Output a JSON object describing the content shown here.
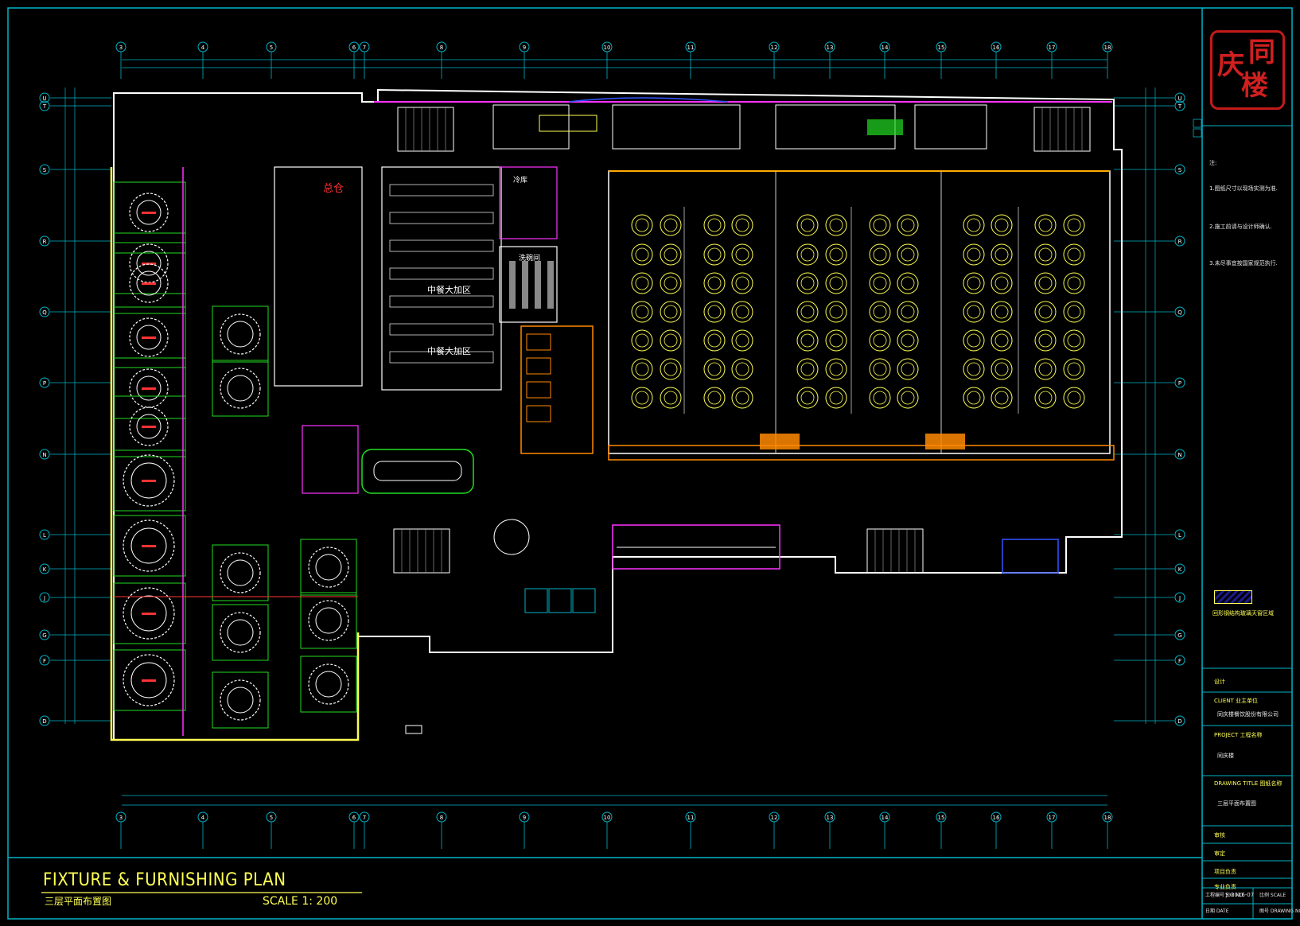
{
  "drawing": {
    "title": "FIXTURE & FURNISHING PLAN",
    "subtitle": "三层平面布置图",
    "scale": "SCALE 1: 200"
  },
  "grid": {
    "columns": [
      "3",
      "4",
      "5",
      "6",
      "7",
      "8",
      "9",
      "10",
      "11",
      "12",
      "13",
      "14",
      "15",
      "16",
      "17",
      "18"
    ],
    "rows": [
      "U",
      "T",
      "S",
      "R",
      "Q",
      "P",
      "N",
      "L",
      "K",
      "J",
      "G",
      "F",
      "D"
    ]
  },
  "seal": {
    "chars": [
      "同",
      "庆",
      "楼"
    ]
  },
  "plan_labels": {
    "kitchen_main": "中餐大加区",
    "kitchen_hot": "中餐大加区",
    "cold_room": "冷库",
    "wash_room": "洗碗间",
    "red_note": "总仓"
  },
  "title_block": {
    "notes": [
      "注:",
      "1.图纸尺寸以现场实测为准.",
      "2.施工前请与设计师确认.",
      "3.未尽事宜按国家规范执行."
    ],
    "legend_text": "回形钢结构玻璃天窗区域",
    "rows": [
      {
        "label": "设计",
        "value": ""
      },
      {
        "label": "CLIENT 业主单位",
        "value": "同庆楼餐饮股份有限公司"
      },
      {
        "label": "PROJECT 工程名称",
        "value": "同庆楼"
      },
      {
        "label": "DRAWING TITLE 图纸名称",
        "value": "三层平面布置图"
      },
      {
        "label": "审核",
        "value": ""
      },
      {
        "label": "审定",
        "value": ""
      },
      {
        "label": "项目负责",
        "value": ""
      },
      {
        "label": "专业负责",
        "value": ""
      }
    ],
    "job_no_label": "工程编号 JOB NO.",
    "job_no": "S-2016-07",
    "scale_label": "比例 SCALE",
    "date_label": "日期 DATE",
    "drawing_no_label": "图号 DRAWING NO."
  },
  "colors": {
    "background": "#000000",
    "frame": "#00b4c8",
    "walls": "#ffffff",
    "tables": "#ffff55",
    "green": "#22dd22",
    "magenta": "#ff33ff",
    "red": "#ff3333",
    "orange": "#ff8a00",
    "blue": "#3355ff"
  }
}
